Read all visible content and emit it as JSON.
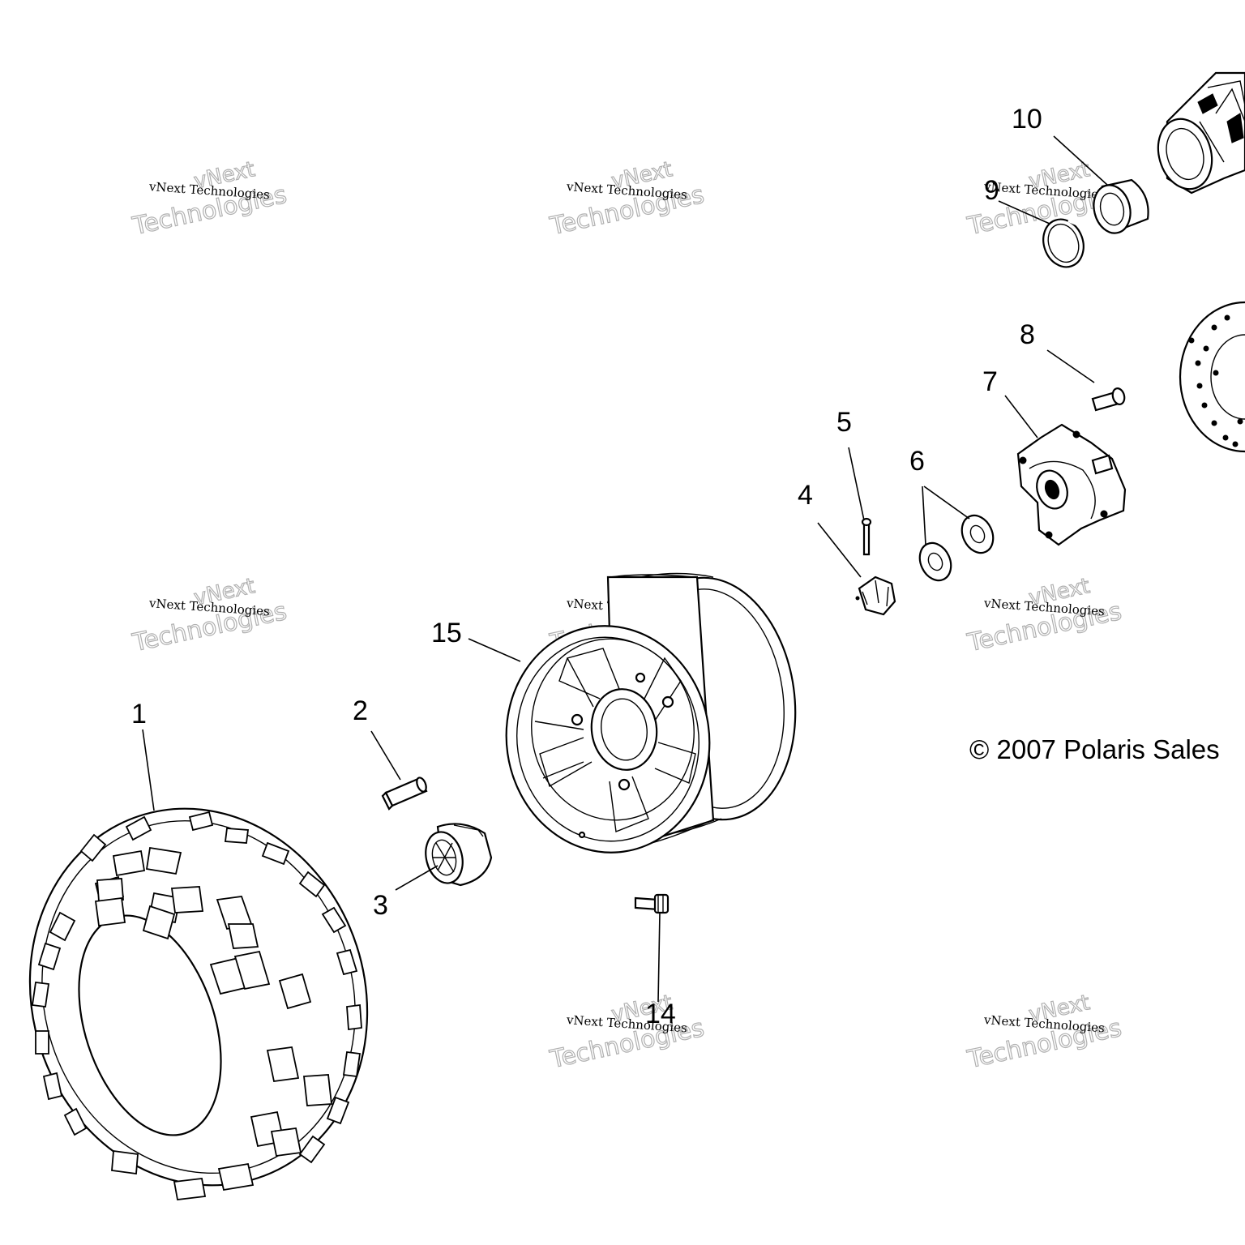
{
  "callouts": {
    "c1": "1",
    "c2": "2",
    "c3": "3",
    "c4": "4",
    "c5": "5",
    "c6": "6",
    "c7": "7",
    "c8": "8",
    "c9": "9",
    "c10": "10",
    "c14": "14",
    "c15": "15"
  },
  "copyright": "© 2007 Polaris Sales",
  "watermark": {
    "small": "vNext Technologies",
    "big_line1": "vNext",
    "big_line2": "Technologies"
  }
}
